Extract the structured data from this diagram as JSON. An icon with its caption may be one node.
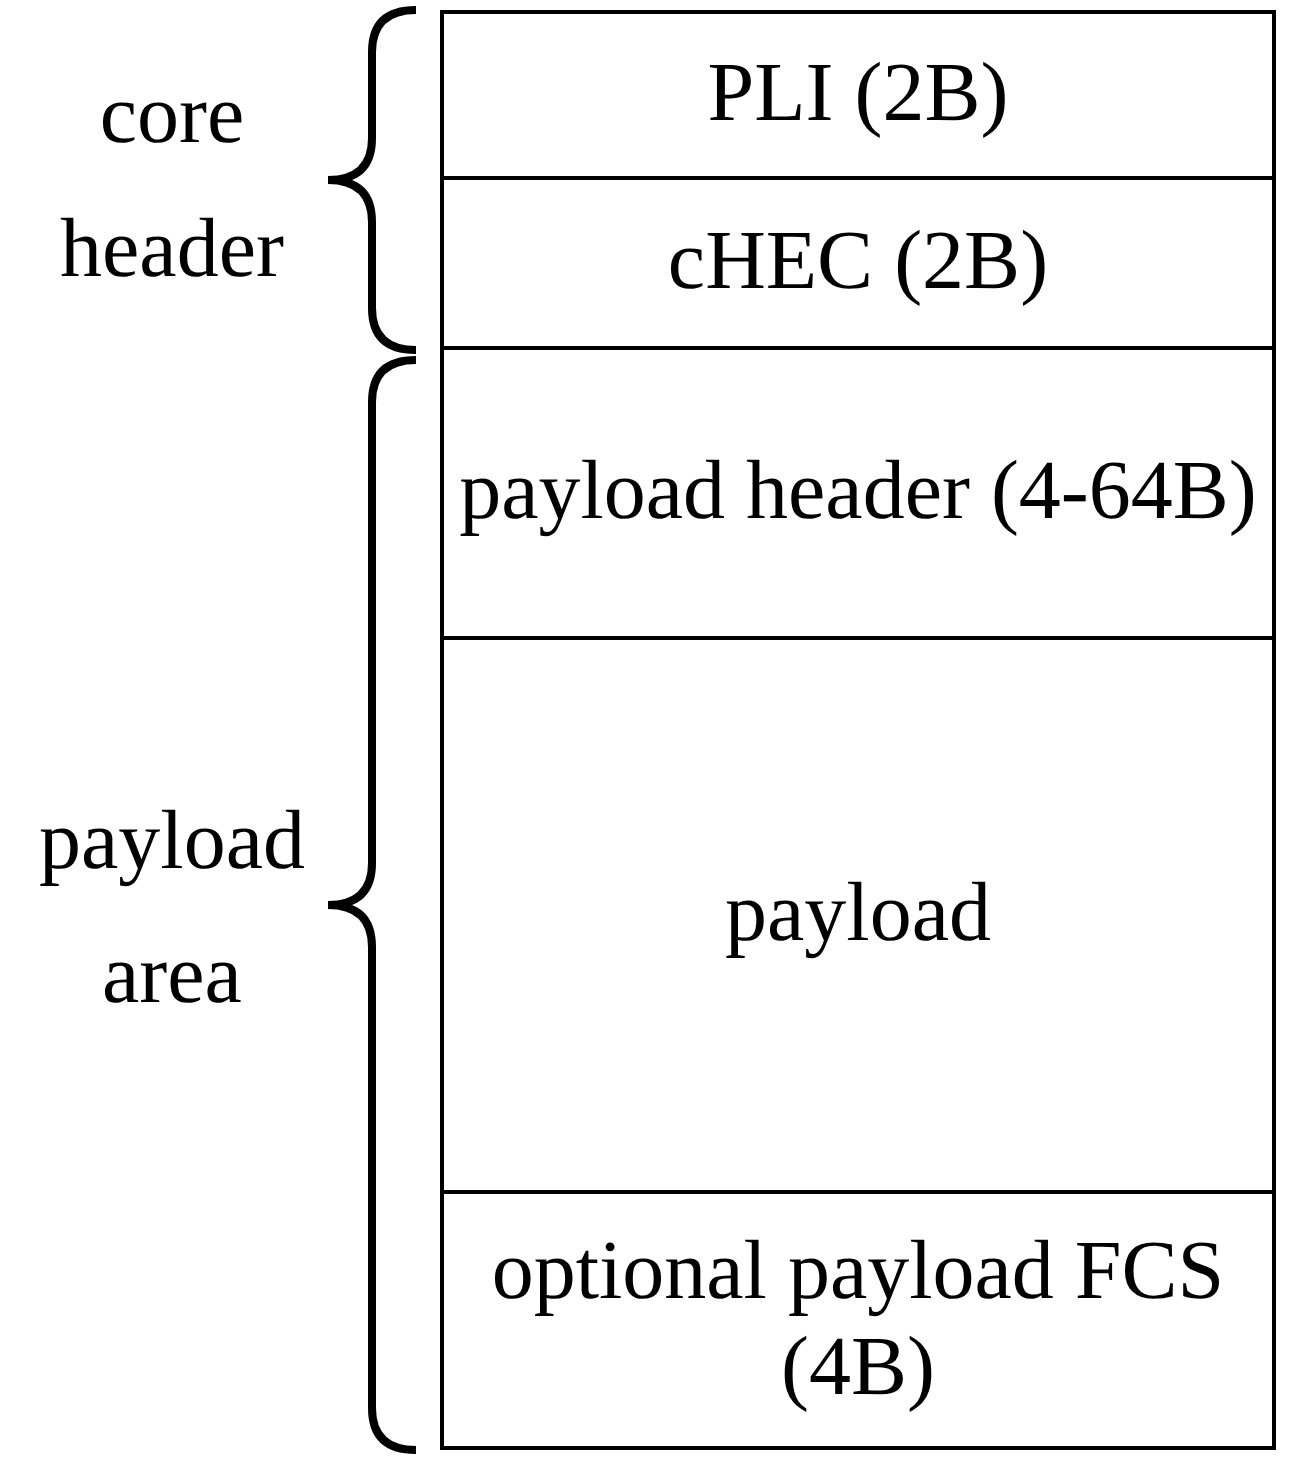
{
  "diagram": {
    "nodes": [
      {
        "text": [
          "PLI (2B)"
        ]
      },
      {
        "text": [
          "cHEC (2B)"
        ]
      },
      {
        "text": [
          "payload header (4-64B)"
        ]
      },
      {
        "text": [
          "payload"
        ]
      },
      {
        "text": [
          "optional payload FCS (4B)"
        ]
      }
    ],
    "labels": [
      "core header",
      "payload area"
    ]
  }
}
